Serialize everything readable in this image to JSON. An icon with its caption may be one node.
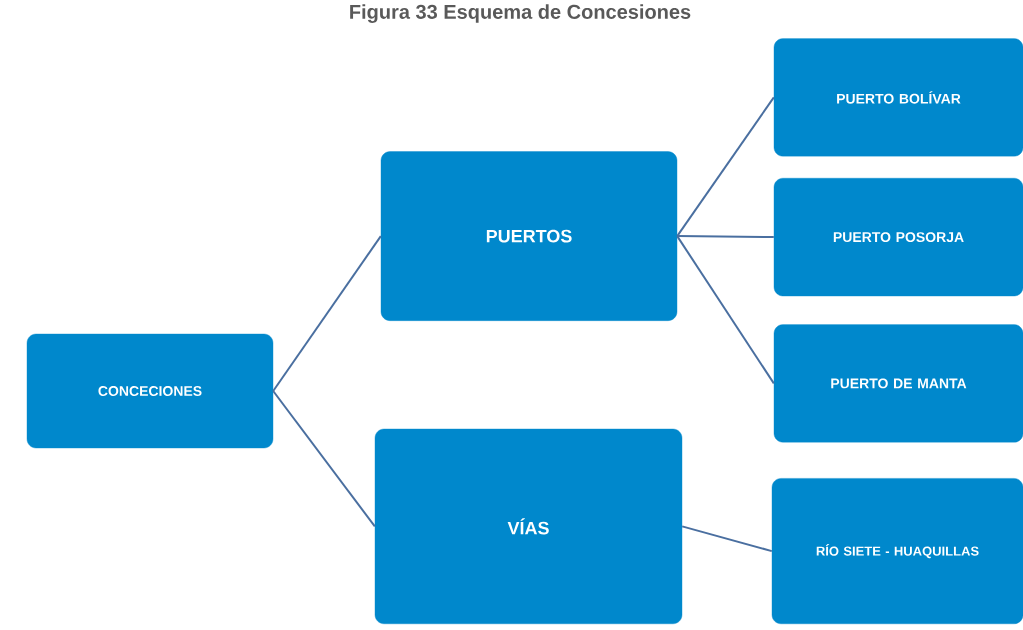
{
  "diagram": {
    "title": "Figura 33 Esquema de Concesiones",
    "nodes": [
      {
        "text": [
          "CONCECIONES"
        ]
      },
      {
        "text": [
          "PUERTOS"
        ]
      },
      {
        "text": [
          "VÍAS"
        ]
      },
      {
        "text": [
          "PUERTO BOLÍVAR"
        ]
      },
      {
        "text": [
          "PUERTO POSORJA"
        ]
      },
      {
        "text": [
          "PUERTO DE MANTA"
        ]
      },
      {
        "text": [
          "RÍO SIETE - HUAQUILLAS"
        ]
      }
    ],
    "edges": [
      {
        "from": 0,
        "to": 1,
        "arrow": "none"
      },
      {
        "from": 0,
        "to": 2,
        "arrow": "none"
      },
      {
        "from": 1,
        "to": 3,
        "arrow": "none"
      },
      {
        "from": 1,
        "to": 4,
        "arrow": "none"
      },
      {
        "from": 1,
        "to": 5,
        "arrow": "none"
      },
      {
        "from": 2,
        "to": 6,
        "arrow": "none"
      }
    ]
  }
}
